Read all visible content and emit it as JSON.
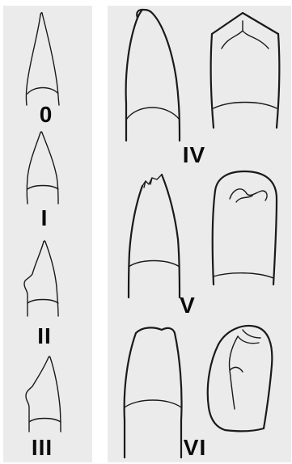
{
  "figure": {
    "stages": [
      {
        "id": "0",
        "label": "0"
      },
      {
        "id": "I",
        "label": "I"
      },
      {
        "id": "II",
        "label": "II"
      },
      {
        "id": "III",
        "label": "III"
      },
      {
        "id": "IV",
        "label": "IV"
      },
      {
        "id": "V",
        "label": "V"
      },
      {
        "id": "VI",
        "label": "VI"
      }
    ]
  }
}
